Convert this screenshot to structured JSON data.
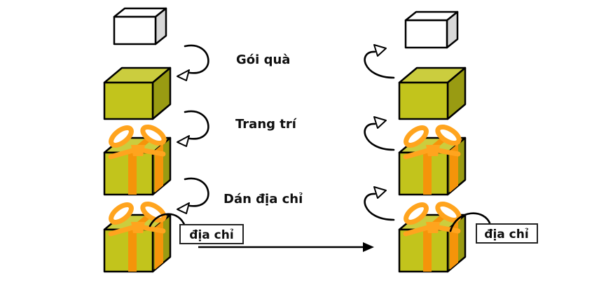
{
  "diagram": {
    "steps": [
      {
        "label": "Gói quà"
      },
      {
        "label": "Trang trí"
      },
      {
        "label": "Dán địa chỉ"
      }
    ],
    "address_tag": {
      "left": "địa chỉ",
      "right": "địa chỉ"
    },
    "colors": {
      "outline": "#000000",
      "box_white": "#ffffff",
      "box_white_side": "#d8d8d8",
      "box_top": "#cbcd3e",
      "box_front": "#c2c41c",
      "box_side": "#999b12",
      "ribbon": "#ffa41e",
      "ribbon_dark": "#f5940a"
    }
  }
}
